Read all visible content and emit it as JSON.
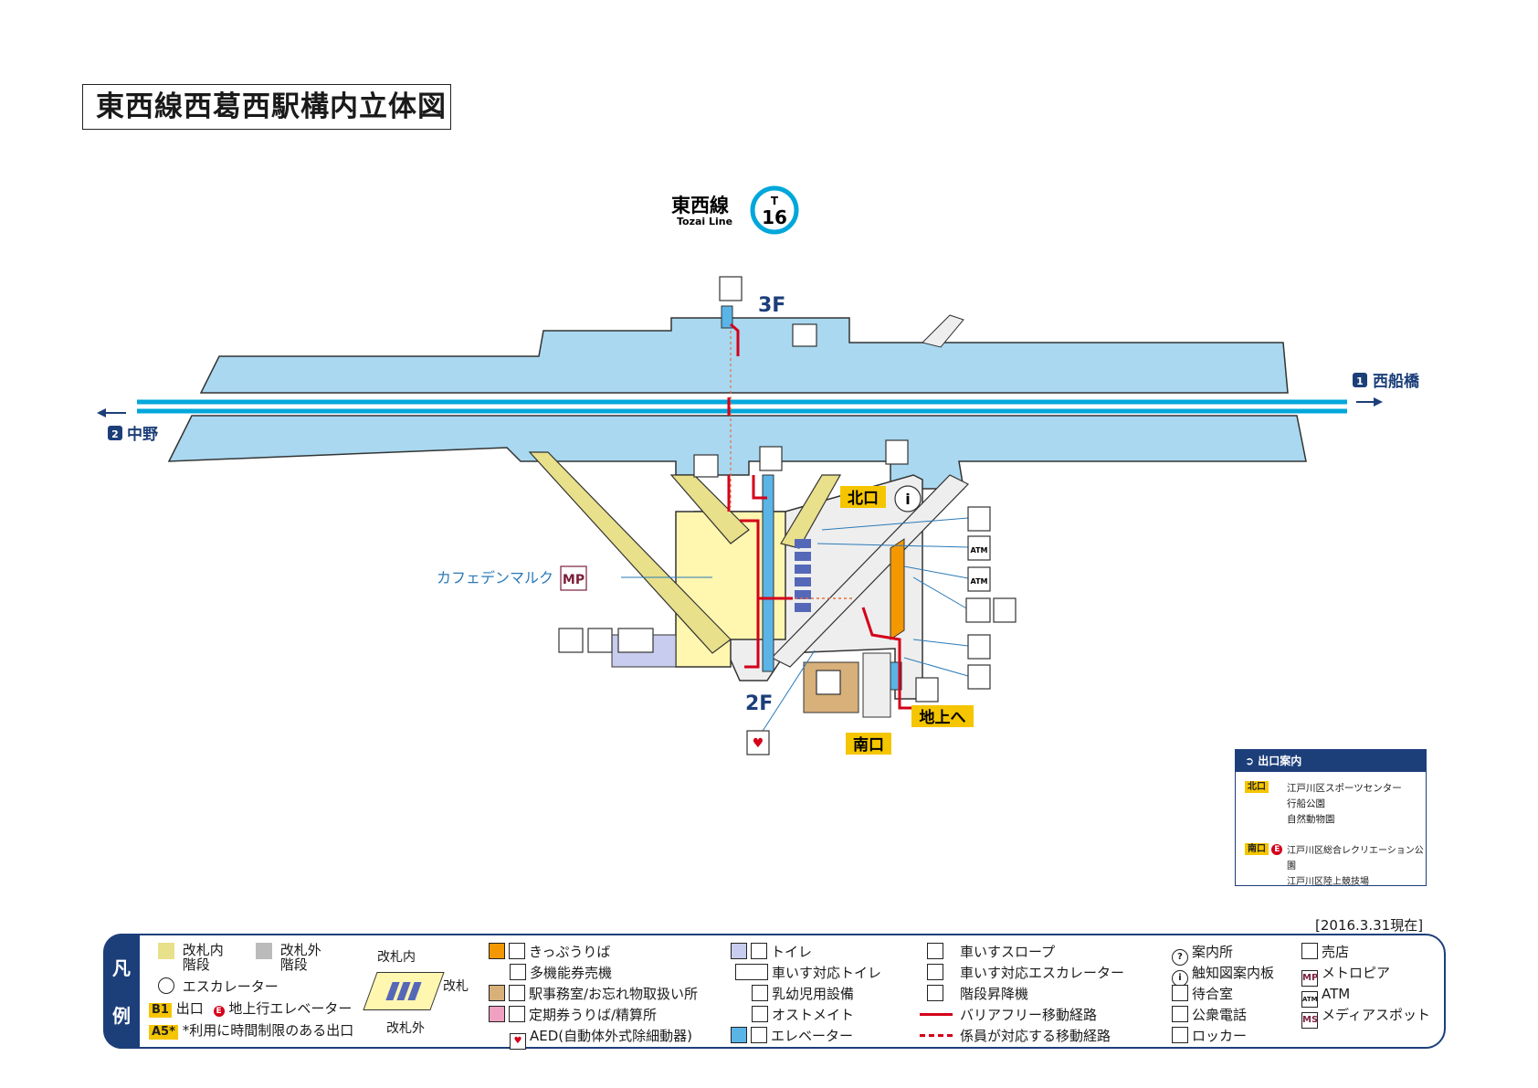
{
  "title": "東西線西葛西駅構内立体図",
  "line": {
    "name_ja": "東西線",
    "name_en": "Tozai Line",
    "code_letter": "T",
    "code_number": "16",
    "color": "#00a7db"
  },
  "floors": {
    "upper": "3F",
    "lower": "2F"
  },
  "directions": {
    "east": {
      "num": "1",
      "label": "西船橋"
    },
    "west": {
      "num": "2",
      "label": "中野"
    }
  },
  "exits": {
    "north": "北口",
    "south": "南口",
    "ground": "地上へ"
  },
  "facility_label": "カフェデンマルク",
  "facility_badge": "MP",
  "icons": {
    "atm": "ATM"
  },
  "exit_guide": {
    "header": "出口案内",
    "north_tag": "北口",
    "north_places": [
      "江戸川区スポーツセンター",
      "行船公園",
      "自然動物園"
    ],
    "south_tag": "南口",
    "south_e": "E",
    "south_places": [
      "江戸川区総合レクリエーション公園",
      "江戸川区陸上競技場"
    ]
  },
  "date_stamp": "[2016.3.31現在]",
  "legend": {
    "tab": [
      "凡",
      "例"
    ],
    "stairs_in": "改札内\n階段",
    "stairs_out": "改札外\n階段",
    "escalator": "エスカレーター",
    "exit_badge": "B1",
    "exit": "出口",
    "e_badge": "E",
    "ground_elevator": "地上行エレベーター",
    "time_badge": "A5*",
    "time_limited": "*利用に時間制限のある出口",
    "gate_inside": "改札内",
    "gate": "改札",
    "gate_outside": "改札外",
    "col2": [
      "きっぷうりば",
      "多機能券売機",
      "駅事務室/お忘れ物取扱い所",
      "定期券うりば/精算所",
      "AED(自動体外式除細動器)"
    ],
    "col3": [
      "トイレ",
      "車いす対応トイレ",
      "乳幼児用設備",
      "オストメイト",
      "エレベーター"
    ],
    "col4": [
      "車いすスロープ",
      "車いす対応エスカレーター",
      "階段昇降機",
      "バリアフリー移動経路",
      "係員が対応する移動経路"
    ],
    "col5": [
      "案内所",
      "触知図案内板",
      "待合室",
      "公衆電話",
      "ロッカー"
    ],
    "col6": [
      "売店",
      "メトロピア",
      "ATM",
      "メディアスポット"
    ],
    "col6_badges": [
      "MP",
      "ATM",
      "MS"
    ]
  },
  "colors": {
    "platform": "#a9d8f0",
    "concourse": "#fff6b0",
    "route": "#d4001a",
    "navy": "#1c3f7a",
    "yellow": "#f5c500",
    "orange": "#f39800"
  }
}
